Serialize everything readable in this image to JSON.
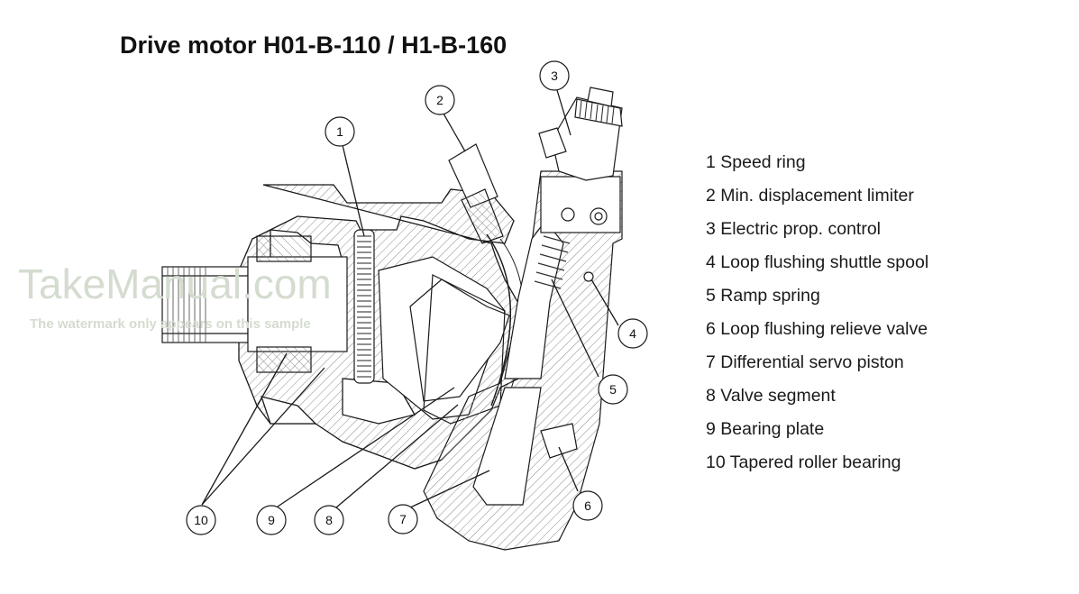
{
  "title": "Drive motor H01-B-110 / H1-B-160",
  "legend": [
    "1 Speed ring",
    "2 Min. displacement limiter",
    "3 Electric prop. control",
    "4 Loop flushing shuttle spool",
    "5 Ramp spring",
    "6 Loop flushing relieve valve",
    "7 Differential servo piston",
    "8 Valve segment",
    "9 Bearing plate",
    "10 Tapered roller bearing"
  ],
  "callouts": [
    "1",
    "2",
    "3",
    "4",
    "5",
    "6",
    "7",
    "8",
    "9",
    "10"
  ],
  "watermark": {
    "main": "TakeManual.com",
    "sub": "The watermark only appears on this sample"
  },
  "colors": {
    "line": "#1a1a1a",
    "hatch": "#777777",
    "watermark": "#d4dccf"
  }
}
